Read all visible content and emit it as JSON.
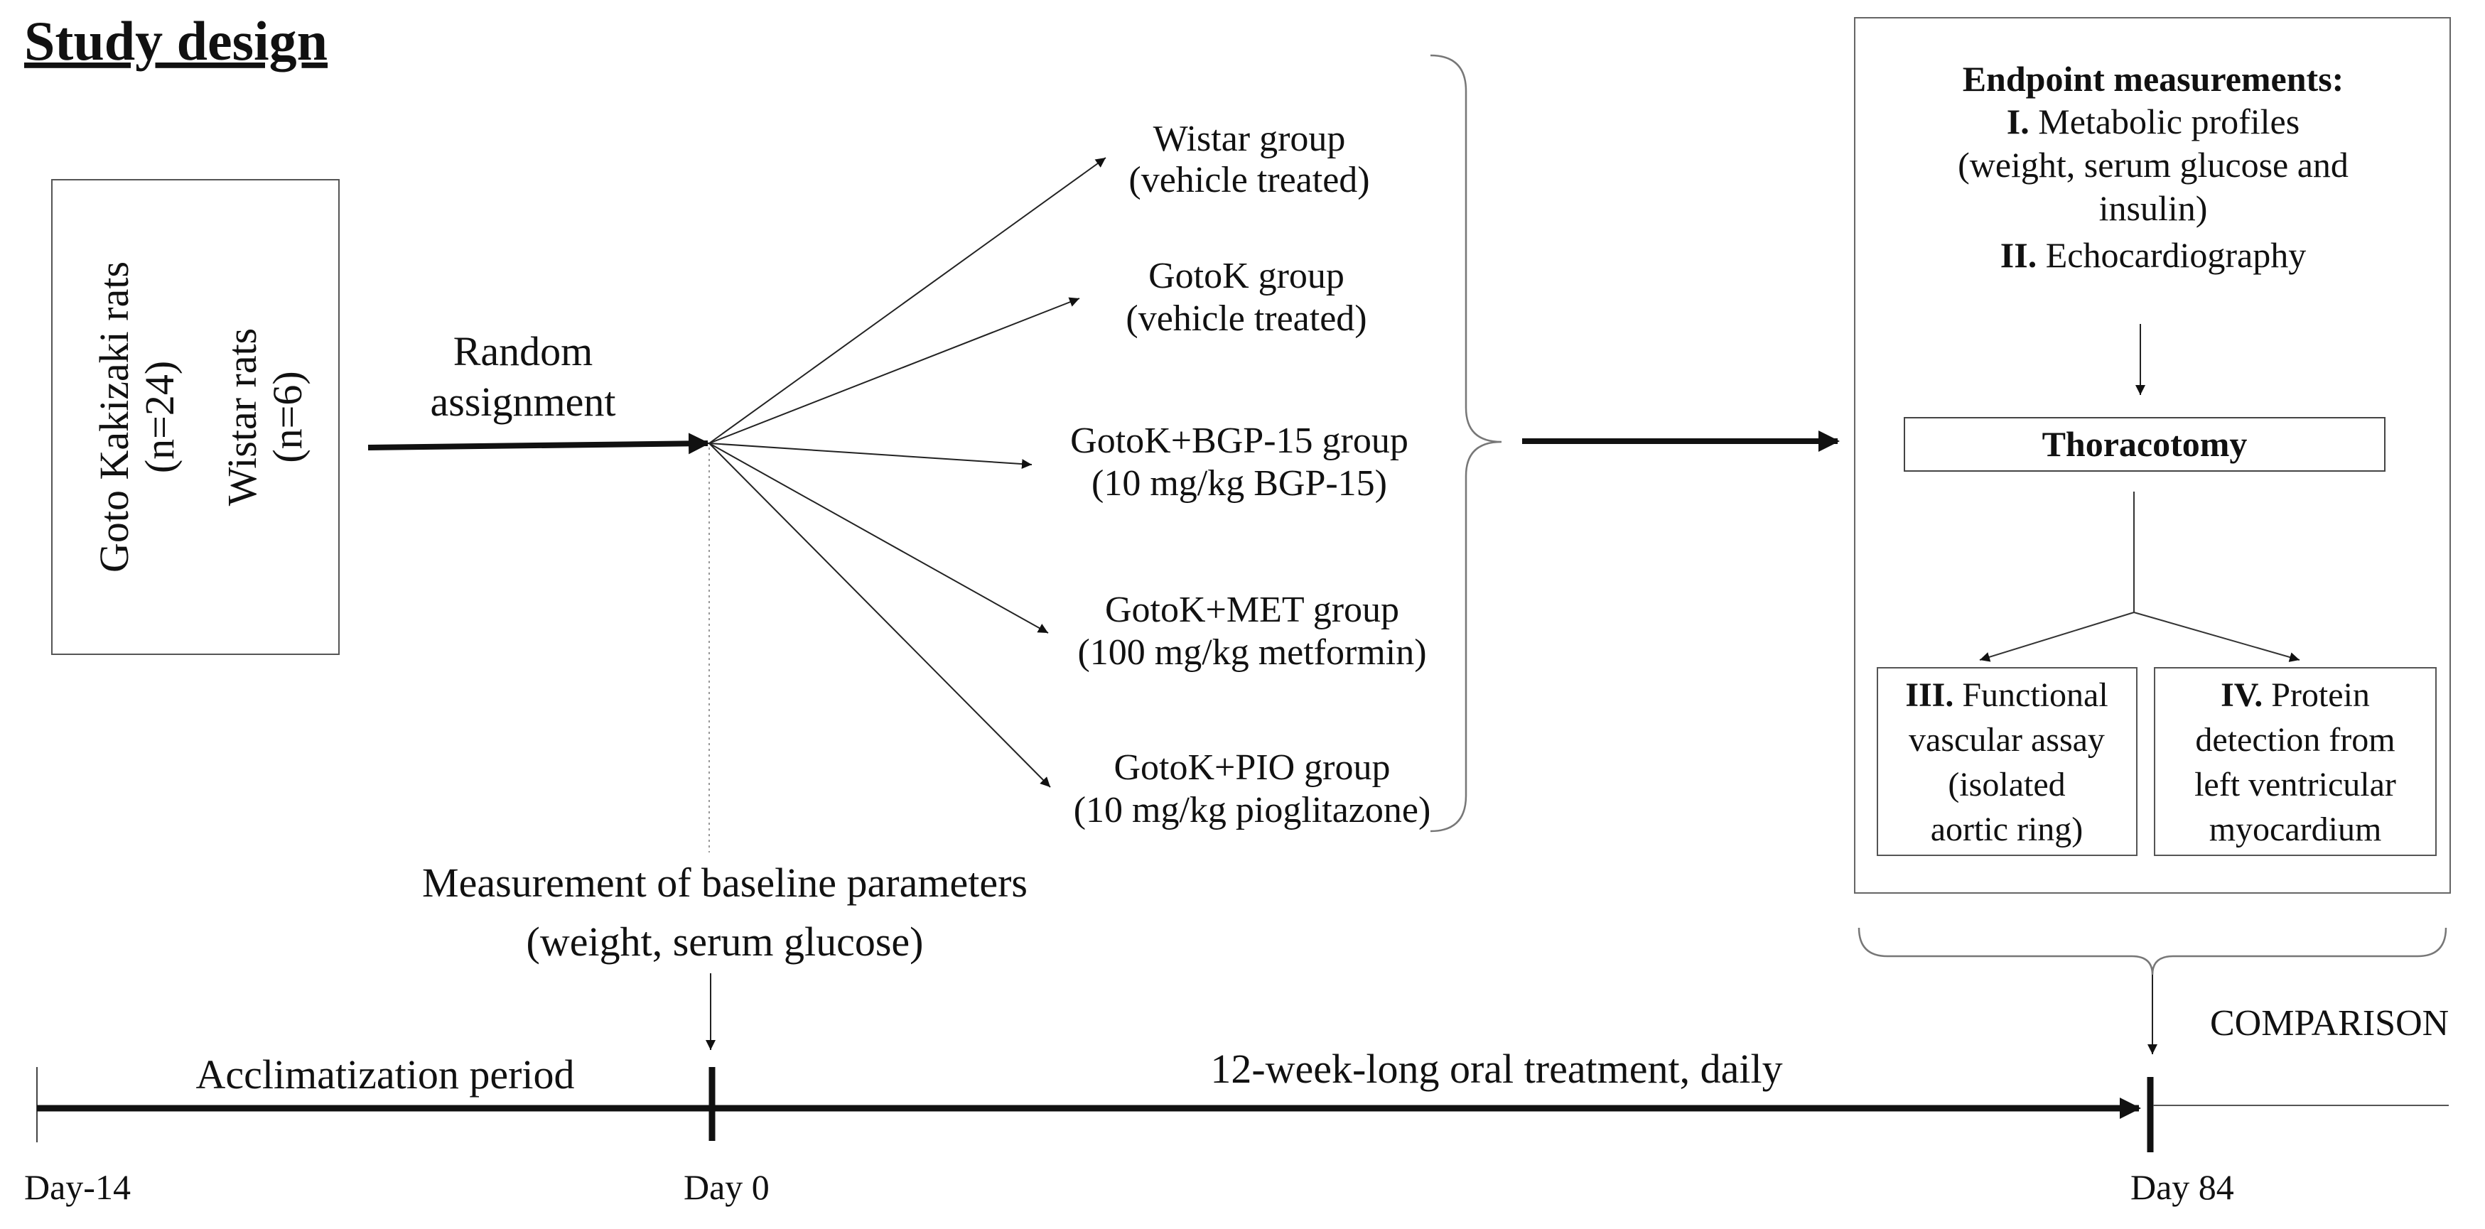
{
  "title": "Study design",
  "animals": {
    "goto": [
      "Goto Kakizaki rats",
      "(n=24)"
    ],
    "wistar": [
      "Wistar rats",
      "(n=6)"
    ]
  },
  "random_assignment": [
    "Random",
    "assignment"
  ],
  "groups": [
    {
      "name": "Wistar group",
      "treatment": "(vehicle treated)"
    },
    {
      "name": "GotoK group",
      "treatment": "(vehicle treated)"
    },
    {
      "name": "GotoK+BGP-15 group",
      "treatment": "(10 mg/kg BGP-15)"
    },
    {
      "name": "GotoK+MET group",
      "treatment": "(100 mg/kg metformin)"
    },
    {
      "name": "GotoK+PIO group",
      "treatment": "(10 mg/kg pioglitazone)"
    }
  ],
  "baseline": [
    "Measurement of baseline parameters",
    "(weight, serum glucose)"
  ],
  "endpoint": {
    "heading": "Endpoint measurements:",
    "item1_num": "I.",
    "item1_label": "Metabolic profiles",
    "item1_detail": [
      "(weight, serum glucose and",
      "insulin)"
    ],
    "item2_num": "II.",
    "item2_label": "Echocardiography",
    "thoracotomy": "Thoracotomy",
    "item3_num": "III.",
    "item3_lines": [
      "Functional",
      "vascular assay",
      "(isolated",
      "aortic ring)"
    ],
    "item4_num": "IV.",
    "item4_lines": [
      "Protein",
      "detection from",
      "left ventricular",
      "myocardium"
    ]
  },
  "comparison": "COMPARISON",
  "timeline": {
    "acclimatization": "Acclimatization period",
    "treatment": "12-week-long oral treatment, daily",
    "day_labels": [
      "Day-14",
      "Day 0",
      "Day 84"
    ]
  }
}
